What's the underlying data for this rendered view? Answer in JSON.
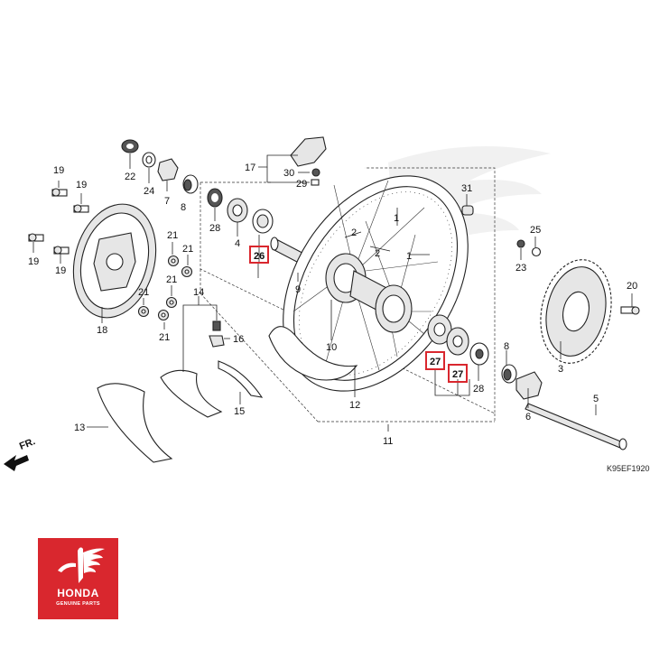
{
  "callouts": {
    "c1": "1",
    "c2a": "2",
    "c2b": "2",
    "c1b": "1",
    "c3": "3",
    "c4": "4",
    "c5": "5",
    "c6": "6",
    "c7": "7",
    "c8a": "8",
    "c8b": "8",
    "c9": "9",
    "c10": "10",
    "c11": "11",
    "c12": "12",
    "c13": "13",
    "c14": "14",
    "c15": "15",
    "c16": "16",
    "c17": "17",
    "c18": "18",
    "c19a": "19",
    "c19b": "19",
    "c19c": "19",
    "c19d": "19",
    "c20": "20",
    "c21a": "21",
    "c21b": "21",
    "c21c": "21",
    "c21d": "21",
    "c21e": "21",
    "c22": "22",
    "c23": "23",
    "c24": "24",
    "c25": "25",
    "c26": "26",
    "c27a": "27",
    "c27b": "27",
    "c28a": "28",
    "c28b": "28",
    "c29": "29",
    "c30": "30",
    "c31": "31"
  },
  "direction_label": "FR.",
  "diagram_code": "K95EF1920",
  "highlighted_parts": [
    "26",
    "27",
    "27"
  ],
  "highlight_color": "#d9272e",
  "logo": {
    "brand": "HONDA",
    "tagline": "GENUINE PARTS",
    "color": "#d9272e"
  }
}
